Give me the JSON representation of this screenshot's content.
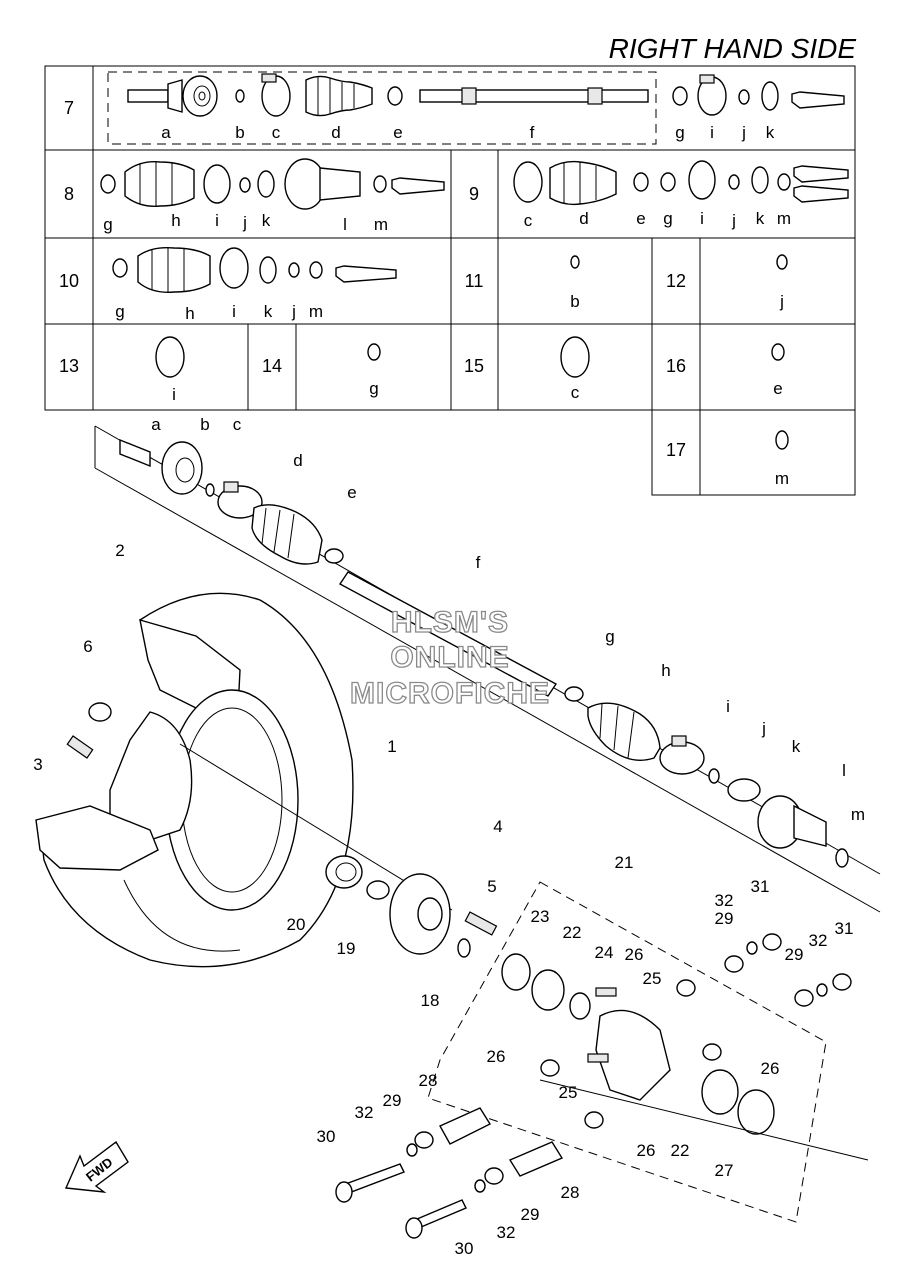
{
  "title": "RIGHT HAND SIDE",
  "watermark": [
    "HLSM'S",
    "ONLINE",
    "MICROFICHE"
  ],
  "fwd_label": "FWD",
  "table_rows": [
    {
      "num": "7",
      "letters": [
        "a",
        "b",
        "c",
        "d",
        "e",
        "f",
        "g",
        "i",
        "j",
        "k"
      ]
    },
    {
      "num": "8",
      "letters": [
        "g",
        "h",
        "i",
        "j",
        "k",
        "l",
        "m"
      ]
    },
    {
      "num": "9",
      "letters": [
        "c",
        "d",
        "e",
        "g",
        "i",
        "j",
        "k",
        "m"
      ]
    },
    {
      "num": "10",
      "letters": [
        "g",
        "h",
        "i",
        "k",
        "j",
        "m"
      ]
    },
    {
      "num": "11",
      "letters": [
        "b"
      ]
    },
    {
      "num": "12",
      "letters": [
        "j"
      ]
    },
    {
      "num": "13",
      "letters": [
        "i"
      ]
    },
    {
      "num": "14",
      "letters": [
        "g"
      ]
    },
    {
      "num": "15",
      "letters": [
        "c"
      ]
    },
    {
      "num": "16",
      "letters": [
        "e"
      ]
    },
    {
      "num": "17",
      "letters": [
        "m"
      ]
    }
  ],
  "driveshaft_letters": [
    "a",
    "b",
    "c",
    "d",
    "e",
    "f",
    "g",
    "h",
    "i",
    "j",
    "k",
    "l",
    "m"
  ],
  "part_numbers": [
    "1",
    "2",
    "3",
    "4",
    "5",
    "6",
    "18",
    "19",
    "20",
    "21",
    "22",
    "22",
    "23",
    "24",
    "25",
    "25",
    "26",
    "26",
    "26",
    "26",
    "27",
    "28",
    "28",
    "29",
    "29",
    "29",
    "29",
    "30",
    "30",
    "31",
    "31",
    "32",
    "32",
    "32",
    "32"
  ]
}
